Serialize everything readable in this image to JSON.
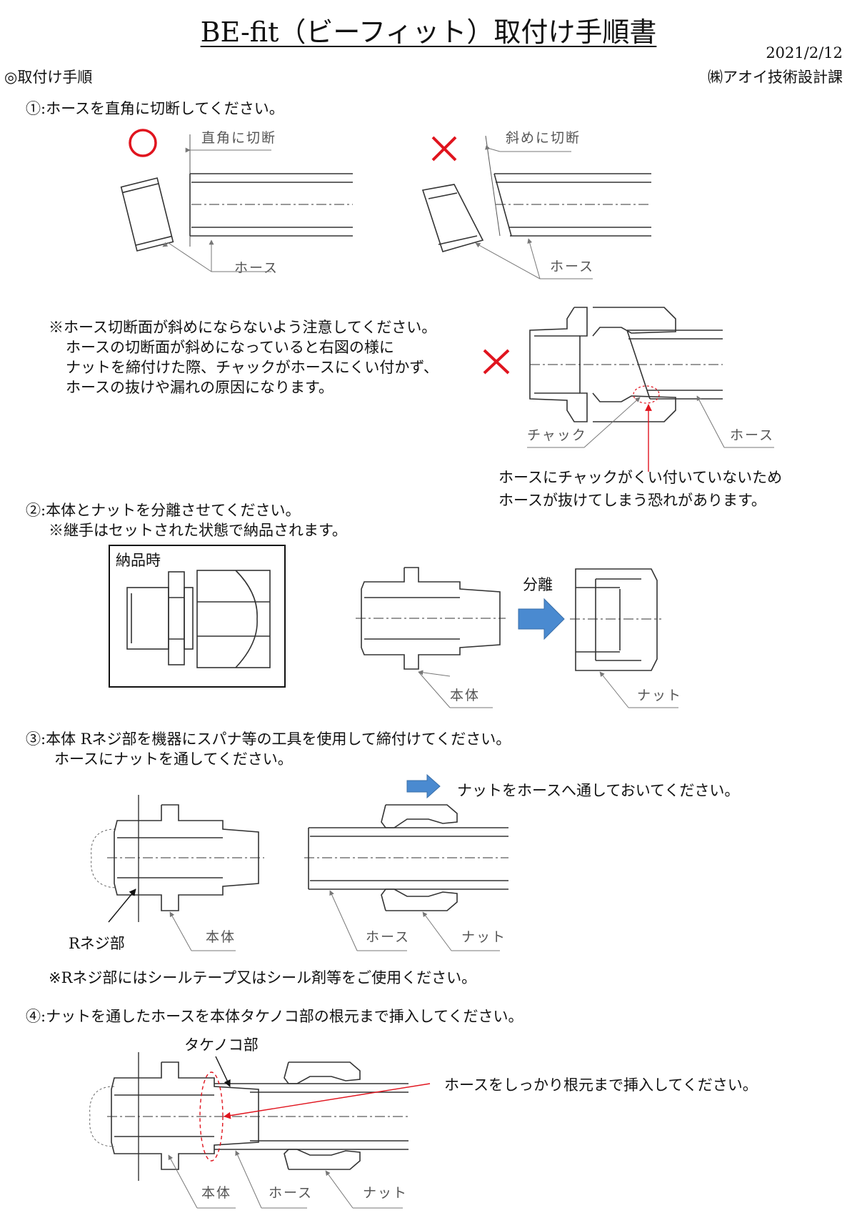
{
  "header": {
    "title": "BE-fit（ビーフィット）取付け手順書",
    "date": "2021/2/12",
    "company": "㈱アオイ技術設計課",
    "section": "◎取付け手順"
  },
  "step1": {
    "text": "①:ホースを直角に切断してください。",
    "good_mark": "〇",
    "bad_mark": "×",
    "label_square": "直角に切断",
    "label_oblique": "斜めに切断",
    "label_hose_left": "ホース",
    "label_hose_right": "ホース",
    "note_lines": [
      "※ホース切断面が斜めにならないよう注意してください。",
      "ホースの切断面が斜めになっていると右図の様に",
      "ナットを締付けた際、チャックがホースにくい付かず、",
      "ホースの抜けや漏れの原因になります。"
    ],
    "label_chuck": "チャック",
    "label_hose_detail": "ホース",
    "warning_lines": [
      "ホースにチャックがくい付いていないため",
      "ホースが抜けてしまう恐れがあります。"
    ]
  },
  "step2": {
    "text": "②:本体とナットを分離させてください。",
    "subtext": "※継手はセットされた状態で納品されます。",
    "delivered_label": "納品時",
    "separate_label": "分離",
    "label_body": "本体",
    "label_nut": "ナット"
  },
  "step3": {
    "text": "③:本体 Rネジ部を機器にスパナ等の工具を使用して締付けてください。",
    "subtext": "ホースにナットを通してください。",
    "arrow_note": "ナットをホースへ通しておいてください。",
    "label_thread": "Rネジ部",
    "label_body": "本体",
    "label_hose": "ホース",
    "label_nut": "ナット",
    "note": "※Rネジ部にはシールテープ又はシール剤等をご使用ください。"
  },
  "step4": {
    "text": "④:ナットを通したホースを本体タケノコ部の根元まで挿入してください。",
    "label_barb": "タケノコ部",
    "insert_note": "ホースをしっかり根元まで挿入してください。",
    "label_body": "本体",
    "label_hose": "ホース",
    "label_nut": "ナット"
  },
  "colors": {
    "accent_red": "#e0141e",
    "arrow_blue": "#4a8ad0"
  }
}
